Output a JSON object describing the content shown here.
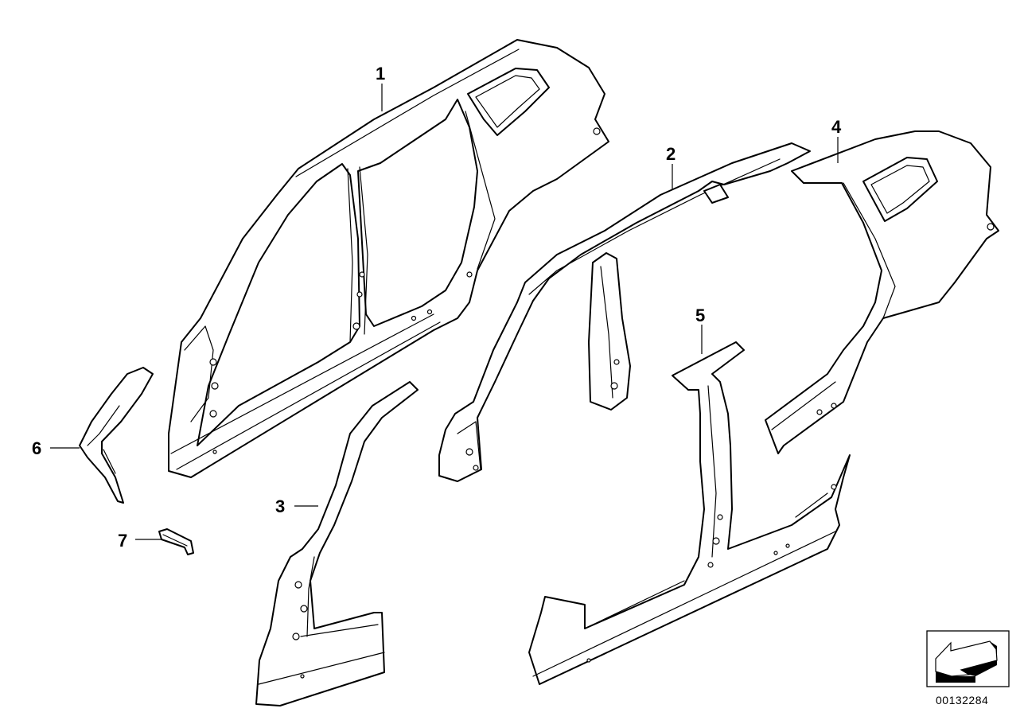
{
  "callouts": [
    {
      "id": "1",
      "label": "1"
    },
    {
      "id": "2",
      "label": "2"
    },
    {
      "id": "3",
      "label": "3"
    },
    {
      "id": "4",
      "label": "4"
    },
    {
      "id": "5",
      "label": "5"
    },
    {
      "id": "6",
      "label": "6"
    },
    {
      "id": "7",
      "label": "7"
    }
  ],
  "doc_number": "00132284",
  "icons": {
    "orientation": "direction-arrow-icon"
  },
  "colors": {
    "line": "#000000",
    "background": "#ffffff"
  }
}
